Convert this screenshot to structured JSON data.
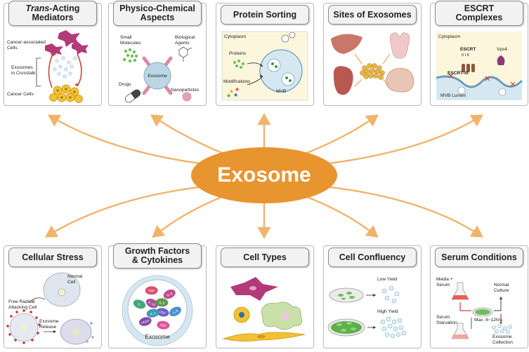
{
  "center": {
    "label": "Exosome"
  },
  "panels": {
    "mediators": {
      "title_italic": "Trans",
      "title_rest": "-Acting\nMediators",
      "cancer_associated": "Cancer-associated\nCells",
      "crosstalk": "Exosomes\nin Crosstalk",
      "cancer_cells": "Cancer Cells"
    },
    "physico": {
      "title": "Physico-Chemical\nAspects",
      "small_molecules": "Small\nMolecules",
      "biological_agents": "Biological\nAgents",
      "exosome": "Exosome",
      "drugs": "Drugs",
      "nanoparticles": "Nanoparticles"
    },
    "sorting": {
      "title": "Protein Sorting",
      "cytoplasm": "Cytoplasm",
      "proteins": "Proteins",
      "modifications": "Modifications",
      "mvb": "MVB"
    },
    "sites": {
      "title": "Sites of Exosomes"
    },
    "escrt": {
      "title": "ESCRT\nComplexes",
      "cytoplasm": "Cytoplasm",
      "escrt": "ESCRT",
      "escrt_sub": "0  I  II",
      "vps4": "Vps4",
      "escrt3": "ESCRT-III",
      "mvb_lumen": "MVB Lumen"
    },
    "stress": {
      "title": "Cellular Stress",
      "normal_cell": "Normal\nCell",
      "free_radical": "Free Radical\nAttacking Cell",
      "exosome_release": "Exosome\nRelease"
    },
    "growth": {
      "title": "Growth Factors\n& Cytokines",
      "exosome": "Exosome",
      "markers": [
        "IL-6",
        "TGF",
        "VEGF",
        "IL",
        "TNF",
        "IL-8",
        "FGF",
        "IL-1",
        "IL-10",
        "IL-3"
      ]
    },
    "types": {
      "title": "Cell Types"
    },
    "confluency": {
      "title": "Cell Confluency",
      "low_yield": "Low Yield",
      "high_yield": "High Yield"
    },
    "serum": {
      "title": "Serum Conditions",
      "media_serum": "Media +\nSerum",
      "normal_culture": "Normal\nCulture",
      "serum_starvation": "Serum\nStarvation",
      "max_time": "Max. 8~12hrs",
      "exosome_collection": "Exosome\nCollection"
    }
  },
  "colors": {
    "arrow": "#efb46a",
    "center_fill": "#e8942f",
    "exosome_blue": "#bcd6e6",
    "cell_magenta": "#b23a78",
    "cell_yellow": "#f2c231",
    "green": "#6cbf5b",
    "flask_red": "#e8614f"
  }
}
